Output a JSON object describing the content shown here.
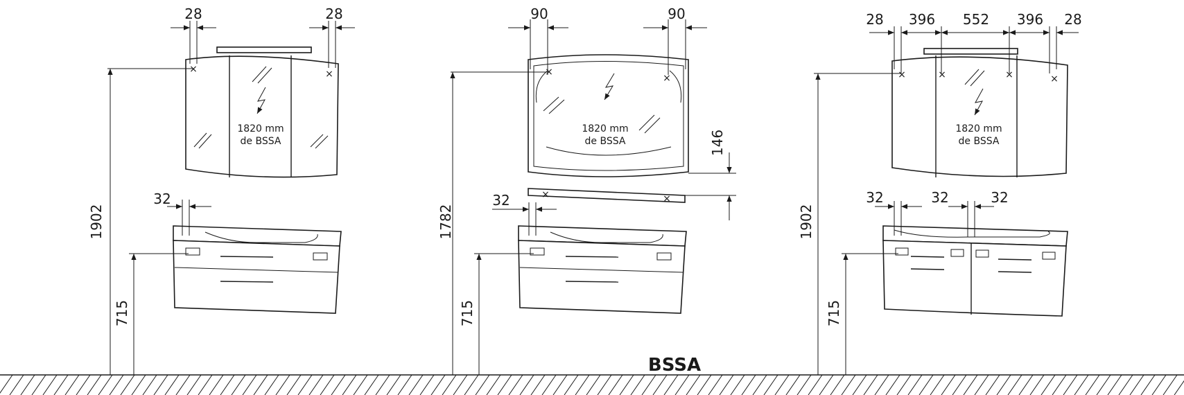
{
  "floor_label": "BSSA",
  "views": [
    {
      "dims_top": [
        "28",
        "28"
      ],
      "height_total": "1902",
      "height_base": "715",
      "dim_spout": "32",
      "power_label": [
        "1820 mm",
        "de BSSA"
      ]
    },
    {
      "dims_top": [
        "90",
        "90"
      ],
      "height_total": "1782",
      "height_base": "715",
      "dim_spout": "32",
      "dim_light": "146",
      "power_label": [
        "1820 mm",
        "de BSSA"
      ]
    },
    {
      "dims_top": [
        "28",
        "396",
        "552",
        "396",
        "28"
      ],
      "height_total": "1902",
      "height_base": "715",
      "dim_spout": [
        "32",
        "32",
        "32"
      ],
      "power_label": [
        "1820 mm",
        "de BSSA"
      ]
    }
  ]
}
